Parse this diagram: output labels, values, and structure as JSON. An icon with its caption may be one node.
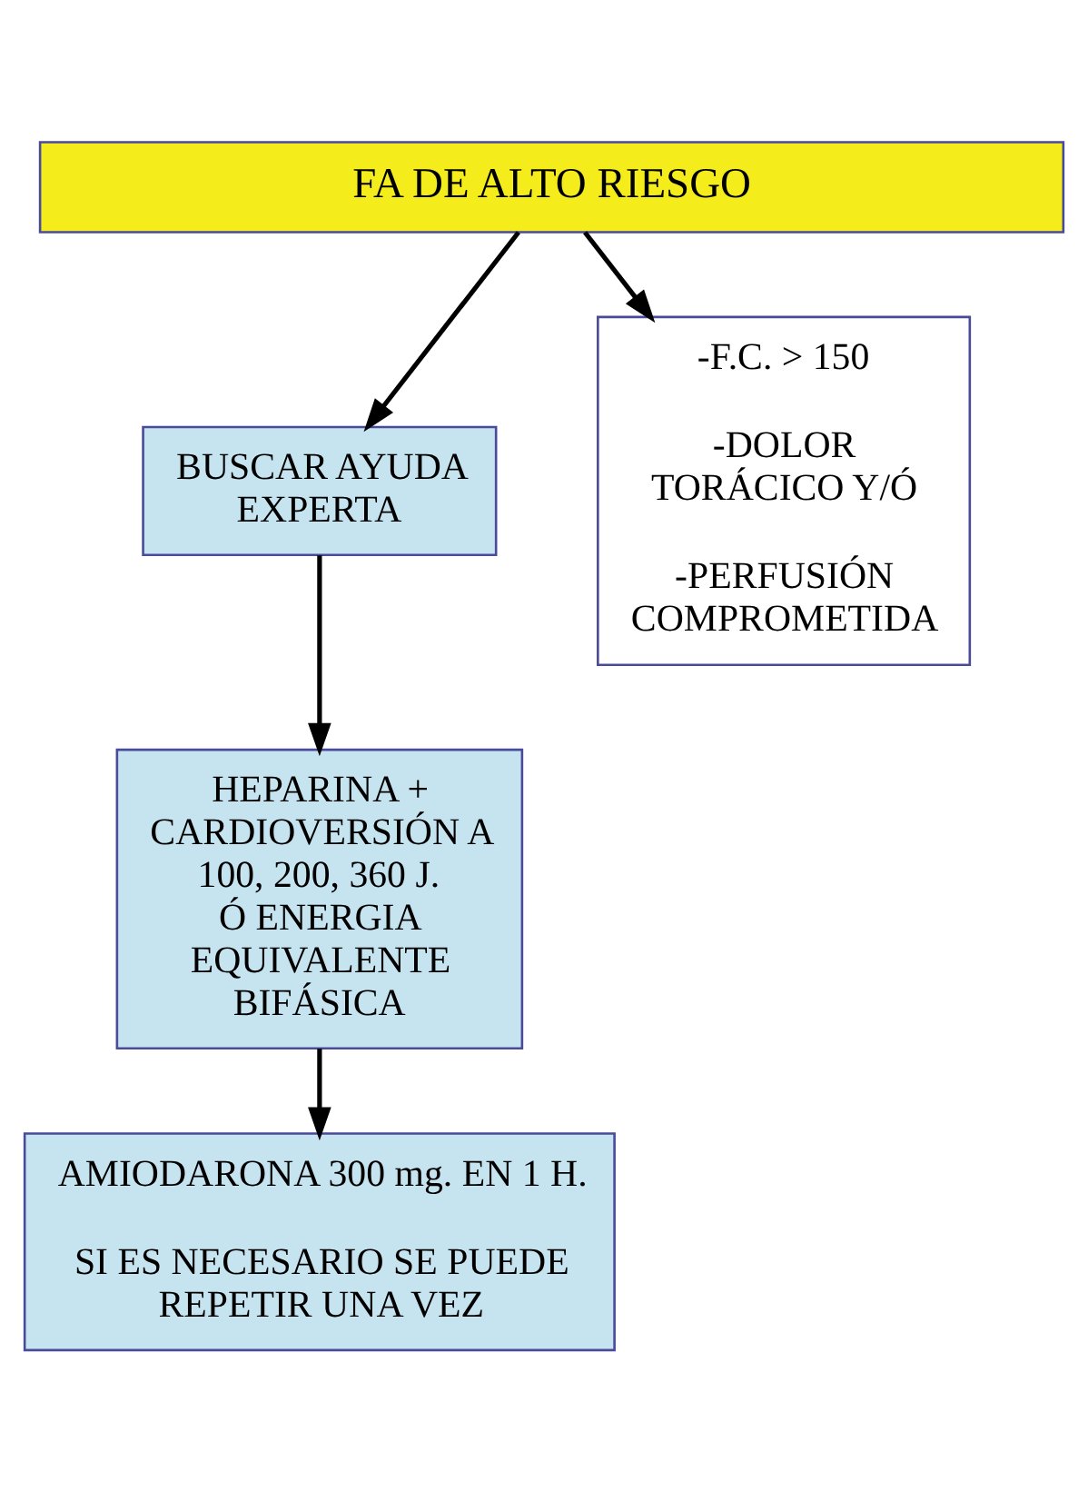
{
  "diagram": {
    "nodes": [
      {
        "text": [
          "FA DE ALTO RIESGO"
        ]
      },
      {
        "text": [
          "BUSCAR AYUDA EXPERTA"
        ]
      },
      {
        "text": [
          "-F.C. > 150",
          "-DOLOR TORÁCICO Y/Ó",
          "-PERFUSIÓN COMPROMETIDA"
        ]
      },
      {
        "text": [
          "HEPARINA + CARDIOVERSIÓN A 100, 200, 360 J. Ó ENERGIA EQUIVALENTE BIFÁSICA"
        ]
      },
      {
        "text": [
          "AMIODARONA 300 mg. EN 1 H.",
          "SI ES NECESARIO SE PUEDE REPETIR UNA VEZ"
        ]
      }
    ],
    "edges": [
      {
        "from": 0,
        "to": 1,
        "arrow": "to"
      },
      {
        "from": 0,
        "to": 2,
        "arrow": "to"
      },
      {
        "from": 1,
        "to": 3,
        "arrow": "to"
      },
      {
        "from": 3,
        "to": 4,
        "arrow": "to"
      }
    ]
  }
}
